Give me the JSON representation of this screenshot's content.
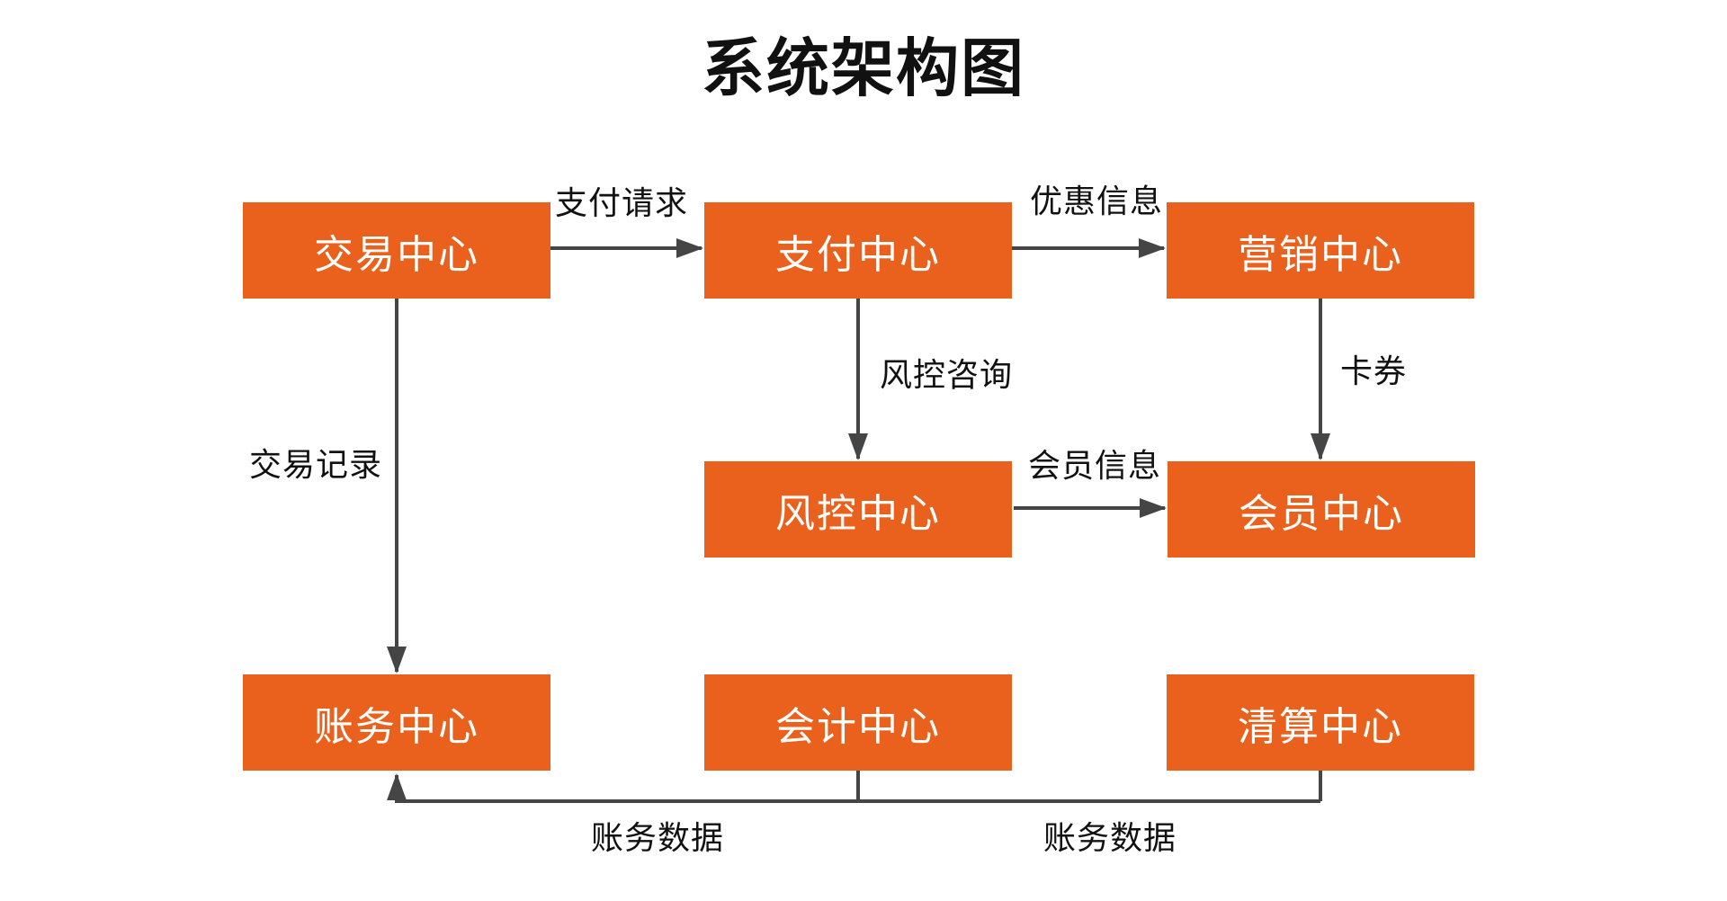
{
  "title": "系统架构图",
  "colors": {
    "background": "#ffffff",
    "node_fill": "#e9611c",
    "node_text": "#ffffff",
    "edge_line": "#454545",
    "label_text": "#111111"
  },
  "nodes": [
    {
      "id": "trade",
      "label": "交易中心"
    },
    {
      "id": "payment",
      "label": "支付中心"
    },
    {
      "id": "marketing",
      "label": "营销中心"
    },
    {
      "id": "risk",
      "label": "风控中心"
    },
    {
      "id": "member",
      "label": "会员中心"
    },
    {
      "id": "finance",
      "label": "账务中心"
    },
    {
      "id": "accounting",
      "label": "会计中心"
    },
    {
      "id": "clearing",
      "label": "清算中心"
    }
  ],
  "edges": [
    {
      "from": "交易中心",
      "to": "支付中心",
      "label": "支付请求"
    },
    {
      "from": "支付中心",
      "to": "营销中心",
      "label": "优惠信息"
    },
    {
      "from": "支付中心",
      "to": "风控中心",
      "label": "风控咨询"
    },
    {
      "from": "营销中心",
      "to": "会员中心",
      "label": "卡券"
    },
    {
      "from": "风控中心",
      "to": "会员中心",
      "label": "会员信息"
    },
    {
      "from": "交易中心",
      "to": "账务中心",
      "label": "交易记录"
    },
    {
      "from": "会计中心",
      "to": "账务中心",
      "label": "账务数据"
    },
    {
      "from": "清算中心",
      "to": "账务中心",
      "label": "账务数据"
    }
  ]
}
